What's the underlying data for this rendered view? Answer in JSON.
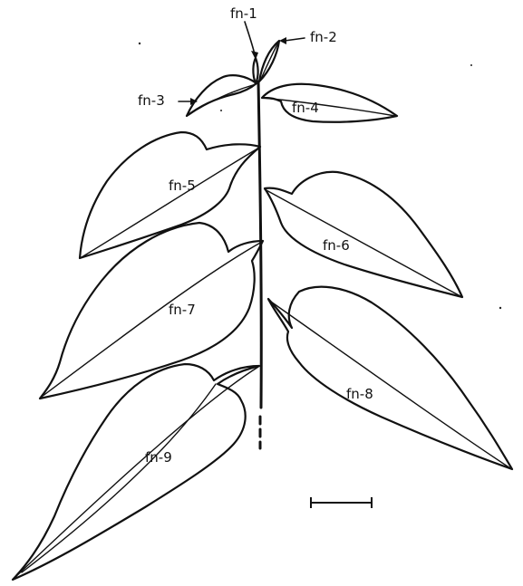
{
  "figure": {
    "labels": {
      "fn1": "fn-1",
      "fn2": "fn-2",
      "fn3": "fn-3",
      "fn4": "fn-4",
      "fn5": "fn-5",
      "fn6": "fn-6",
      "fn7": "fn-7",
      "fn8": "fn-8",
      "fn9": "fn-9"
    }
  },
  "colors": {
    "line": "#111111",
    "background": "#ffffff"
  }
}
